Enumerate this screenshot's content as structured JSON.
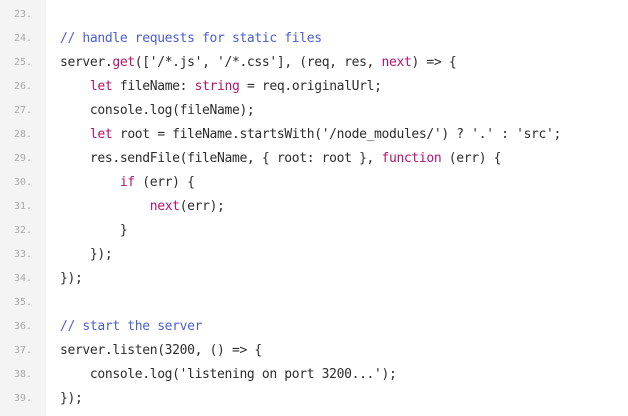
{
  "editor": {
    "lines": [
      {
        "number": "23.",
        "tokens": []
      },
      {
        "number": "24.",
        "tokens": [
          {
            "text": "// handle requests for static files",
            "kind": "comment"
          }
        ]
      },
      {
        "number": "25.",
        "tokens": [
          {
            "text": "server.",
            "kind": "plain"
          },
          {
            "text": "get",
            "kind": "keyword"
          },
          {
            "text": "(['/*.js', '/*.css'], (req, res, ",
            "kind": "plain"
          },
          {
            "text": "next",
            "kind": "keyword"
          },
          {
            "text": ") => {",
            "kind": "plain"
          }
        ]
      },
      {
        "number": "26.",
        "tokens": [
          {
            "text": "    ",
            "kind": "plain"
          },
          {
            "text": "let",
            "kind": "keyword"
          },
          {
            "text": " fileName: ",
            "kind": "plain"
          },
          {
            "text": "string",
            "kind": "keyword"
          },
          {
            "text": " = req.originalUrl;",
            "kind": "plain"
          }
        ]
      },
      {
        "number": "27.",
        "tokens": [
          {
            "text": "    console.log(fileName);",
            "kind": "plain"
          }
        ]
      },
      {
        "number": "28.",
        "tokens": [
          {
            "text": "    ",
            "kind": "plain"
          },
          {
            "text": "let",
            "kind": "keyword"
          },
          {
            "text": " root = fileName.startsWith('/node_modules/') ? '.' : 'src';",
            "kind": "plain"
          }
        ]
      },
      {
        "number": "29.",
        "tokens": [
          {
            "text": "    res.sendFile(fileName, { root: root }, ",
            "kind": "plain"
          },
          {
            "text": "function",
            "kind": "keyword"
          },
          {
            "text": " (err) {",
            "kind": "plain"
          }
        ]
      },
      {
        "number": "30.",
        "tokens": [
          {
            "text": "        ",
            "kind": "plain"
          },
          {
            "text": "if",
            "kind": "keyword"
          },
          {
            "text": " (err) {",
            "kind": "plain"
          }
        ]
      },
      {
        "number": "31.",
        "tokens": [
          {
            "text": "            ",
            "kind": "plain"
          },
          {
            "text": "next",
            "kind": "keyword"
          },
          {
            "text": "(err);",
            "kind": "plain"
          }
        ]
      },
      {
        "number": "32.",
        "tokens": [
          {
            "text": "        }",
            "kind": "plain"
          }
        ]
      },
      {
        "number": "33.",
        "tokens": [
          {
            "text": "    });",
            "kind": "plain"
          }
        ]
      },
      {
        "number": "34.",
        "tokens": [
          {
            "text": "});",
            "kind": "plain"
          }
        ]
      },
      {
        "number": "35.",
        "tokens": []
      },
      {
        "number": "36.",
        "tokens": [
          {
            "text": "// start the server",
            "kind": "comment"
          }
        ]
      },
      {
        "number": "37.",
        "tokens": [
          {
            "text": "server.listen(3200, () => {",
            "kind": "plain"
          }
        ]
      },
      {
        "number": "38.",
        "tokens": [
          {
            "text": "    console.log('listening on port 3200...');",
            "kind": "plain"
          }
        ]
      },
      {
        "number": "39.",
        "tokens": [
          {
            "text": "});",
            "kind": "plain"
          }
        ]
      }
    ]
  },
  "colors": {
    "comment": "#4c5fd0",
    "keyword": "#b4136f",
    "plain": "#2d2d2d",
    "line_number": "#a8a8a8",
    "gutter_background": "#f4f4f4"
  }
}
